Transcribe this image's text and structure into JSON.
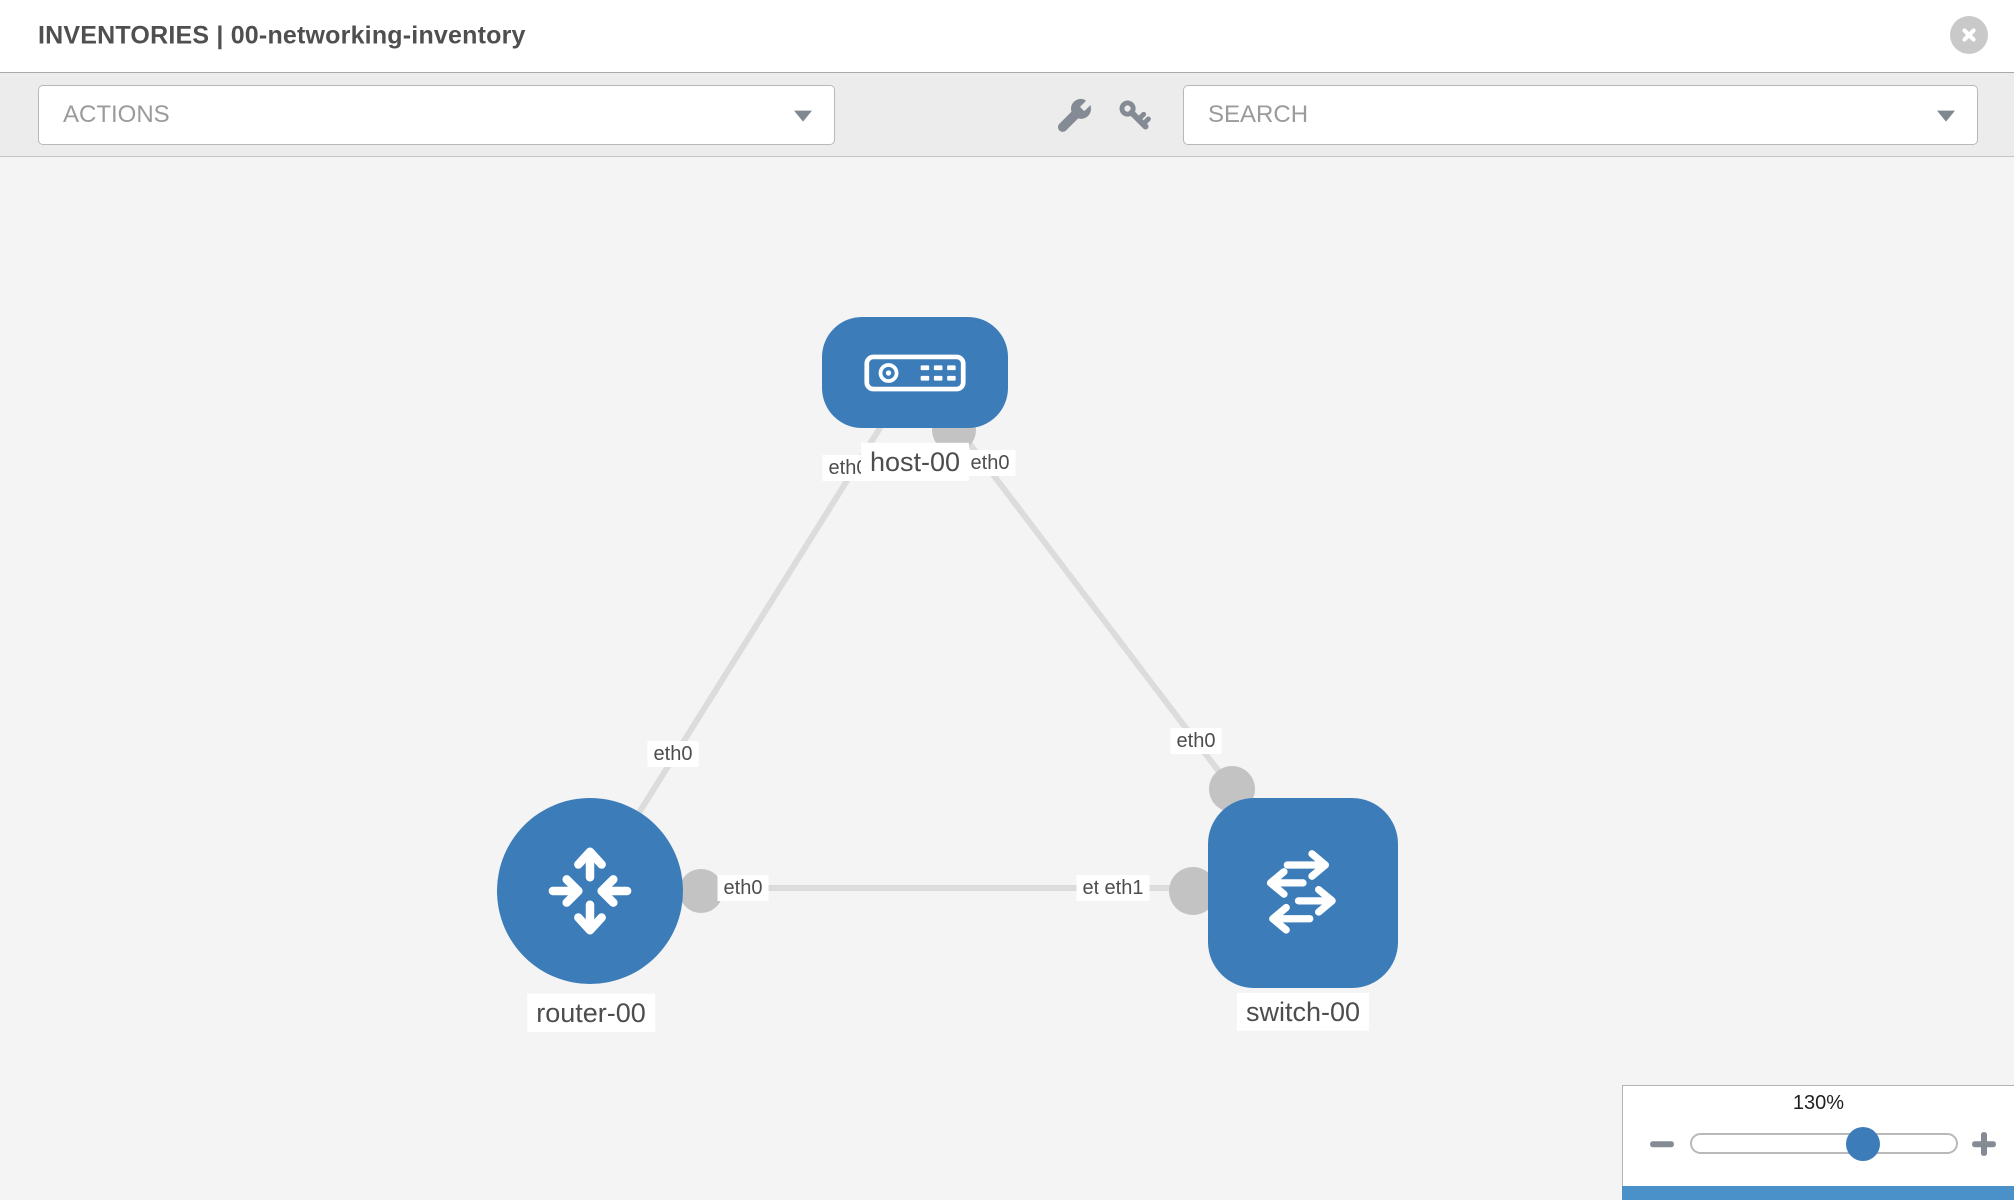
{
  "header": {
    "title": "INVENTORIES | 00-networking-inventory"
  },
  "toolbar": {
    "actions_label": "ACTIONS",
    "search_label": "SEARCH",
    "icons": [
      "wrench-icon",
      "key-icon"
    ]
  },
  "graph": {
    "nodes": [
      {
        "id": "host-00",
        "type": "host",
        "label": "host-00"
      },
      {
        "id": "router-00",
        "type": "router",
        "label": "router-00"
      },
      {
        "id": "switch-00",
        "type": "switch",
        "label": "switch-00"
      }
    ],
    "links": [
      {
        "from": "host-00",
        "from_if": "eth0",
        "to": "router-00",
        "to_if": "eth0"
      },
      {
        "from": "host-00",
        "from_if": "eth0",
        "to": "switch-00",
        "to_if": "eth0"
      },
      {
        "from": "router-00",
        "from_if": "eth0",
        "to": "switch-00",
        "to_if": "eth1"
      }
    ],
    "iface_labels": {
      "host_left": "eth0",
      "host_right": "eth0",
      "host_router_mid": "eth0",
      "host_switch_mid": "eth0",
      "router_switch_left": "eth0",
      "router_switch_right_back": "eth0",
      "router_switch_right": "eth1"
    }
  },
  "zoom_control": {
    "level": "130%",
    "minus_icon": "minus-icon",
    "plus_icon": "plus-icon"
  },
  "colors": {
    "node_blue": "#3c7db9",
    "connector_gray": "#c3c3c3",
    "link_gray": "#dcdcdc",
    "canvas_bg": "#f4f4f4",
    "toolbar_bg": "#ececec",
    "icon_gray": "#848b94",
    "placeholder_gray": "#9b9b9b",
    "title_gray": "#4f4f4f",
    "key_bar_blue": "#4a90c9"
  }
}
